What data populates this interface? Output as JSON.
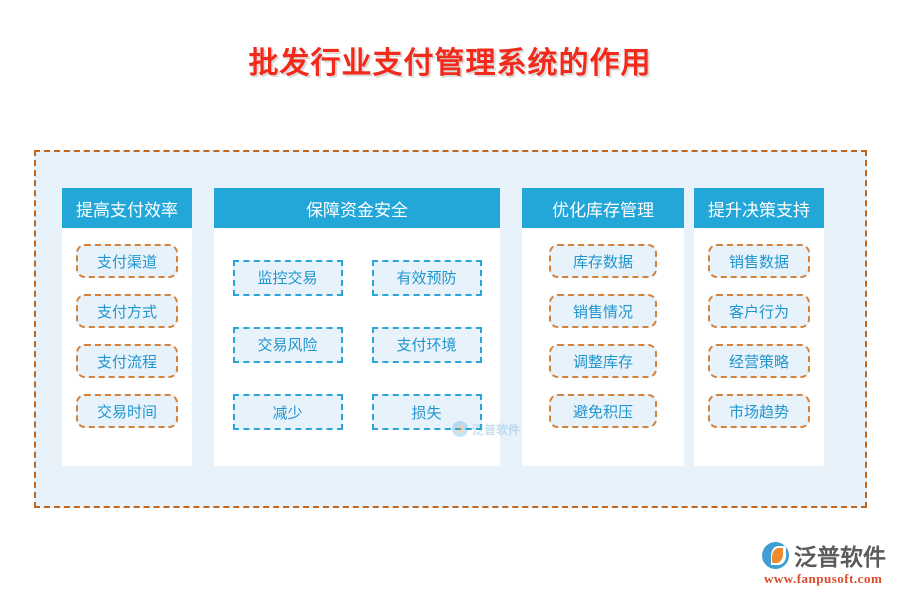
{
  "title": "批发行业支付管理系统的作用",
  "colors": {
    "title_red": "#f22a1c",
    "header_blue": "#22a7d8",
    "chip_fill": "#e8f2fb",
    "chip_text": "#2196ce",
    "chip_border_orange": "#d4813a",
    "chip_border_blue": "#2aa5d6",
    "frame_border": "#c3661c",
    "frame_fill": "#e8f2fb",
    "brand_name": "#5b5b5b",
    "brand_url": "#d94c2a"
  },
  "columns": [
    {
      "header": "提高支付效率",
      "layout": "list",
      "items": [
        "支付渠道",
        "支付方式",
        "支付流程",
        "交易时间"
      ]
    },
    {
      "header": "保障资金安全",
      "layout": "grid",
      "items": [
        "监控交易",
        "有效预防",
        "交易风险",
        "支付环境",
        "减少",
        "损失"
      ]
    },
    {
      "header": "优化库存管理",
      "layout": "list",
      "items": [
        "库存数据",
        "销售情况",
        "调整库存",
        "避免积压"
      ]
    },
    {
      "header": "提升决策支持",
      "layout": "list",
      "items": [
        "销售数据",
        "客户行为",
        "经营策略",
        "市场趋势"
      ]
    }
  ],
  "watermark": {
    "text": "泛普软件",
    "icon": "fanpu-logo-icon"
  },
  "brand": {
    "name": "泛普软件",
    "url": "www.fanpusoft.com",
    "icon": "fanpu-logo-icon"
  }
}
